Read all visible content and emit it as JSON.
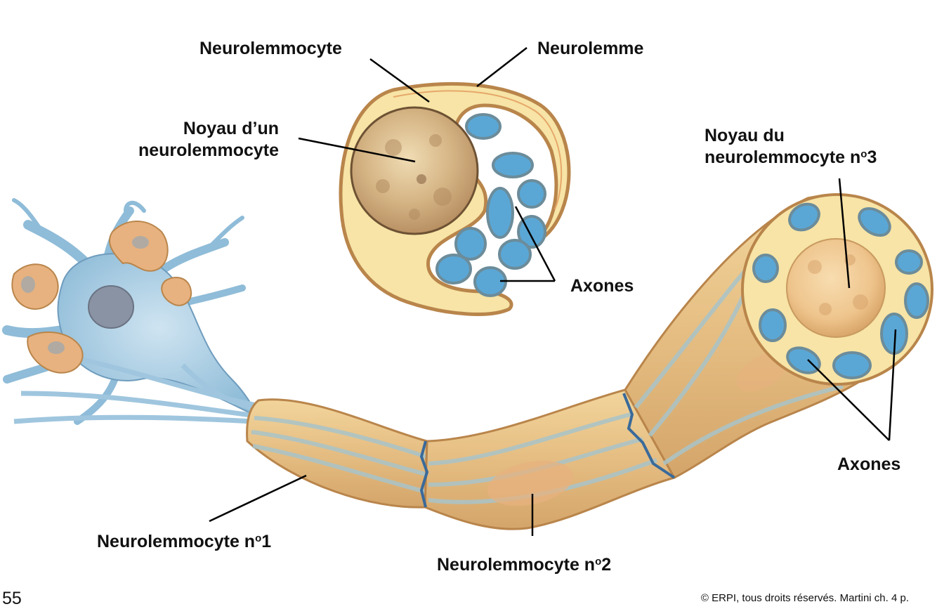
{
  "labels": {
    "neurolemmocyte": "Neurolemmocyte",
    "neurolemme": "Neurolemme",
    "noyau_un_line1": "Noyau d’un",
    "noyau_un_line2": "neurolemmocyte",
    "noyau_du_line1": "Noyau du",
    "noyau_du_line2": "neurolemmocyte n",
    "noyau_du_sup": "o",
    "noyau_du_num": "3",
    "axones_top": "Axones",
    "axones_right": "Axones",
    "n1_text": "Neurolemmocyte n",
    "n1_sup": "o",
    "n1_num": "1",
    "n2_text": "Neurolemmocyte n",
    "n2_sup": "o",
    "n2_num": "2"
  },
  "page_number": "55",
  "copyright": "© ERPI, tous droits réservés. Martini ch. 4 p.",
  "colors": {
    "neuron_blue": "#9fc6de",
    "axon_blue": "#5aa7d6",
    "cytoplasm_yellow": "#f7e4a6",
    "sheath_tan": "#e9c48a",
    "membrane_brown": "#b9854b",
    "nucleus_tan": "#cfae7d",
    "glia_orange": "#e7b27f"
  }
}
